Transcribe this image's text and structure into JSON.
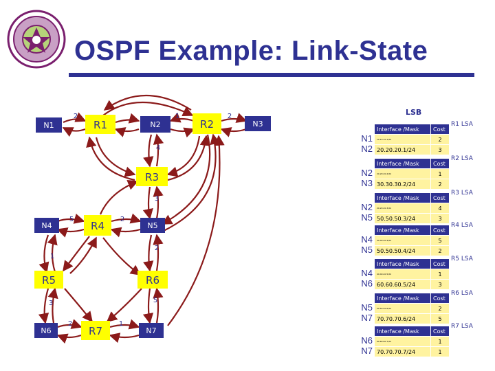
{
  "title": "OSPF Example: Link-State",
  "lsb_title": "LSB",
  "nodes": {
    "N1": "N1",
    "R1": "R1",
    "N2": "N2",
    "R2": "R2",
    "N3": "N3",
    "R3": "R3",
    "N4": "N4",
    "R4": "R4",
    "N5": "N5",
    "R5": "R5",
    "R6": "R6",
    "N6": "N6",
    "R7": "R7",
    "N7": "N7"
  },
  "link_costs": {
    "N1_R1": "2",
    "R1_N2_top": "1",
    "R2_N3": "2",
    "R3_N2": "4",
    "R3_N5": "3",
    "N4_R4": "5",
    "R4_N5": "2",
    "N5_R6": "2",
    "R4_R5": "1",
    "R5_N6": "3",
    "R6_N7": "5",
    "N6_R7": "2",
    "R7_N7": "1"
  },
  "lsa_header": {
    "iface": "Interface /Mask",
    "cost": "Cost"
  },
  "lsas": [
    {
      "name": "R1 LSA",
      "nets": [
        "N1",
        "N2"
      ],
      "rows": [
        {
          "mask": "10.10.10.1/24",
          "cost": "2",
          "tiny": true
        },
        {
          "mask": "20.20.20.1/24",
          "cost": "3",
          "tiny": false
        }
      ]
    },
    {
      "name": "R2 LSA",
      "nets": [
        "N2",
        "N3"
      ],
      "rows": [
        {
          "mask": "20.20.20.2/24",
          "cost": "1",
          "tiny": true
        },
        {
          "mask": "30.30.30.2/24",
          "cost": "2",
          "tiny": false
        }
      ]
    },
    {
      "name": "R3 LSA",
      "nets": [
        "N2",
        "N5"
      ],
      "rows": [
        {
          "mask": "20.20.20.3/24",
          "cost": "4",
          "tiny": true
        },
        {
          "mask": "50.50.50.3/24",
          "cost": "3",
          "tiny": false
        }
      ]
    },
    {
      "name": "R4 LSA",
      "nets": [
        "N4",
        "N5"
      ],
      "rows": [
        {
          "mask": "40.40.40.4/24",
          "cost": "5",
          "tiny": true
        },
        {
          "mask": "50.50.50.4/24",
          "cost": "2",
          "tiny": false
        }
      ]
    },
    {
      "name": "R5 LSA",
      "nets": [
        "N4",
        "N6"
      ],
      "rows": [
        {
          "mask": "40.40.40.5/24",
          "cost": "1",
          "tiny": true
        },
        {
          "mask": "60.60.60.5/24",
          "cost": "3",
          "tiny": false
        }
      ]
    },
    {
      "name": "R6 LSA",
      "nets": [
        "N5",
        "N7"
      ],
      "rows": [
        {
          "mask": "50.50.50.6/24",
          "cost": "2",
          "tiny": true
        },
        {
          "mask": "70.70.70.6/24",
          "cost": "5",
          "tiny": false
        }
      ]
    },
    {
      "name": "R7 LSA",
      "nets": [
        "N6",
        "N7"
      ],
      "rows": [
        {
          "mask": "60.60.60.7/24",
          "cost": "1",
          "tiny": true
        },
        {
          "mask": "70.70.70.7/24",
          "cost": "1",
          "tiny": false
        }
      ]
    }
  ],
  "colors": {
    "title": "#2e3192",
    "network_fill": "#2e3192",
    "router_fill": "#ffff00",
    "arrow": "#8b1a1a",
    "table_header": "#2e3192",
    "table_row": "#fff3a0"
  }
}
